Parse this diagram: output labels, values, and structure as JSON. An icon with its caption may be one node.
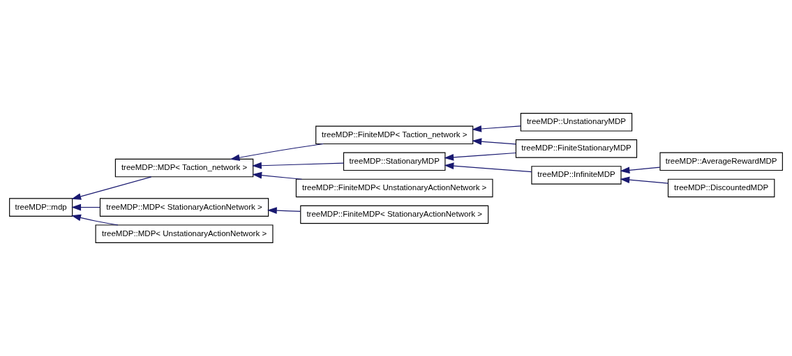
{
  "diagram": {
    "nodes": [
      {
        "text": [
          "treeMDP::mdp"
        ]
      },
      {
        "text": [
          "treeMDP::MDP< Taction_network >"
        ]
      },
      {
        "text": [
          "treeMDP::MDP< StationaryActionNetwork >"
        ]
      },
      {
        "text": [
          "treeMDP::MDP< UnstationaryActionNetwork >"
        ]
      },
      {
        "text": [
          "treeMDP::FiniteMDP< Taction_network >"
        ]
      },
      {
        "text": [
          "treeMDP::FiniteMDP< UnstationaryActionNetwork >"
        ]
      },
      {
        "text": [
          "treeMDP::StationaryMDP"
        ]
      },
      {
        "text": [
          "treeMDP::FiniteMDP< StationaryActionNetwork >"
        ]
      },
      {
        "text": [
          "treeMDP::UnstationaryMDP"
        ]
      },
      {
        "text": [
          "treeMDP::FiniteStationaryMDP"
        ]
      },
      {
        "text": [
          "treeMDP::InfiniteMDP"
        ]
      },
      {
        "text": [
          "treeMDP::AverageRewardMDP"
        ]
      },
      {
        "text": [
          "treeMDP::DiscountedMDP"
        ]
      }
    ],
    "edges": [
      {
        "from": 1,
        "to": 0,
        "arrow": "to"
      },
      {
        "from": 2,
        "to": 0,
        "arrow": "to"
      },
      {
        "from": 3,
        "to": 0,
        "arrow": "to"
      },
      {
        "from": 4,
        "to": 1,
        "arrow": "to"
      },
      {
        "from": 5,
        "to": 1,
        "arrow": "to"
      },
      {
        "from": 6,
        "to": 1,
        "arrow": "to"
      },
      {
        "from": 7,
        "to": 2,
        "arrow": "to"
      },
      {
        "from": 8,
        "to": 4,
        "arrow": "to"
      },
      {
        "from": 9,
        "to": 4,
        "arrow": "to"
      },
      {
        "from": 9,
        "to": 6,
        "arrow": "to"
      },
      {
        "from": 10,
        "to": 6,
        "arrow": "to"
      },
      {
        "from": 11,
        "to": 10,
        "arrow": "to"
      },
      {
        "from": 12,
        "to": 10,
        "arrow": "to"
      }
    ]
  }
}
